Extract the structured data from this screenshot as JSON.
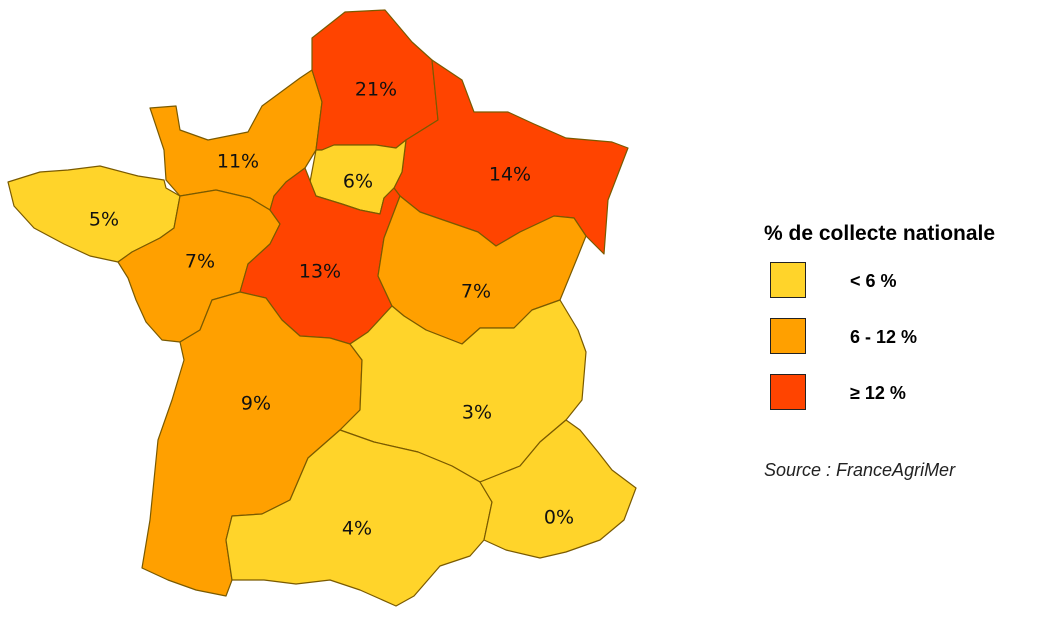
{
  "legend": {
    "title": "% de collecte nationale",
    "items": [
      {
        "label": "< 6 %",
        "color": "#FFD42A"
      },
      {
        "label": "6 - 12 %",
        "color": "#FFA000"
      },
      {
        "label": "≥ 12 %",
        "color": "#FF4400"
      }
    ]
  },
  "source": "Source : FranceAgriMer",
  "regions": [
    {
      "id": "nord-picardie",
      "label": "21%",
      "value": 21,
      "class": "high"
    },
    {
      "id": "est",
      "label": "14%",
      "value": 14,
      "class": "high"
    },
    {
      "id": "centre",
      "label": "13%",
      "value": 13,
      "class": "high"
    },
    {
      "id": "normandie",
      "label": "11%",
      "value": 11,
      "class": "mid"
    },
    {
      "id": "aquitaine-poitou",
      "label": "9%",
      "value": 9,
      "class": "mid"
    },
    {
      "id": "pays-de-la-loire",
      "label": "7%",
      "value": 7,
      "class": "mid"
    },
    {
      "id": "bourgogne-franche-comte",
      "label": "7%",
      "value": 7,
      "class": "mid"
    },
    {
      "id": "ile-de-france",
      "label": "6%",
      "value": 6,
      "class": "low"
    },
    {
      "id": "bretagne",
      "label": "5%",
      "value": 5,
      "class": "low"
    },
    {
      "id": "midi-pyrenees-languedoc",
      "label": "4%",
      "value": 4,
      "class": "low"
    },
    {
      "id": "rhone-alpes-auvergne",
      "label": "3%",
      "value": 3,
      "class": "low"
    },
    {
      "id": "paca",
      "label": "0%",
      "value": 0,
      "class": "low"
    }
  ],
  "colors": {
    "low": "#FFD42A",
    "mid": "#FFA000",
    "high": "#FF4400",
    "border": "#7A5A00"
  }
}
